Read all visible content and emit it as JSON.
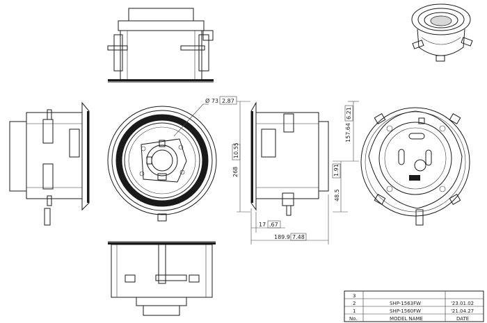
{
  "dimensions": {
    "hole_dia": "Ø 73",
    "hole_dia_in": "2.87",
    "height_total": "268",
    "height_total_in": "10.55",
    "upper_height": "157.64",
    "upper_height_in": "6.21",
    "lower_height": "48.5",
    "lower_height_in": "1.91",
    "flange": "17",
    "flange_in": ".67",
    "depth": "189.9",
    "depth_in": "7.48"
  },
  "revision_table": {
    "rows": [
      {
        "no": "3",
        "model": "",
        "date": ""
      },
      {
        "no": "2",
        "model": "SHP-1563FW",
        "date": "'23.01.02"
      },
      {
        "no": "1",
        "model": "SHP-1560FW",
        "date": "'21.04.27"
      }
    ],
    "header": {
      "no": "No.",
      "model": "MODEL NAME",
      "date": "DATE"
    }
  }
}
